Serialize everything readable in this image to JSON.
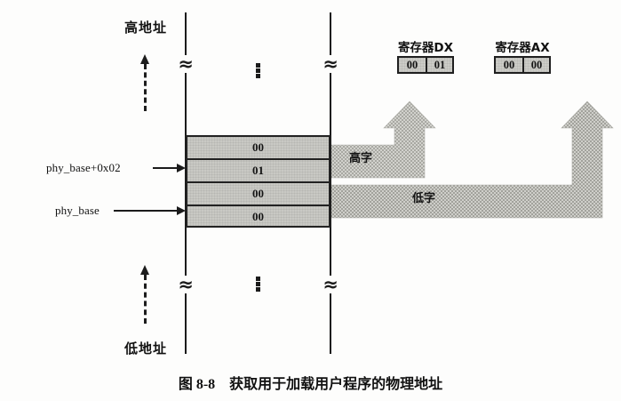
{
  "figure": {
    "caption_number": "图 8-8",
    "caption_text": "获取用于加载用户程序的物理地址"
  },
  "axis": {
    "high_address_label": "高地址",
    "low_address_label": "低地址",
    "break_symbol": "≈",
    "ellipsis_symbol": "⋮"
  },
  "pointers": {
    "upper": "phy_base+0x02",
    "lower": "phy_base"
  },
  "memory": {
    "cells": [
      {
        "value": "00"
      },
      {
        "value": "01"
      },
      {
        "value": "00"
      },
      {
        "value": "00"
      }
    ]
  },
  "flows": [
    {
      "label": "高字",
      "target": "寄存器DX"
    },
    {
      "label": "低字",
      "target": "寄存器AX"
    }
  ],
  "registers": [
    {
      "title": "寄存器DX",
      "high_byte": "00",
      "low_byte": "01"
    },
    {
      "title": "寄存器AX",
      "high_byte": "00",
      "low_byte": "00"
    }
  ],
  "colors": {
    "ink": "#1b1b1b",
    "fill_gray": "#c9c9c4",
    "flow_gray": "#c4c4bf",
    "page": "#fdfdfc"
  }
}
